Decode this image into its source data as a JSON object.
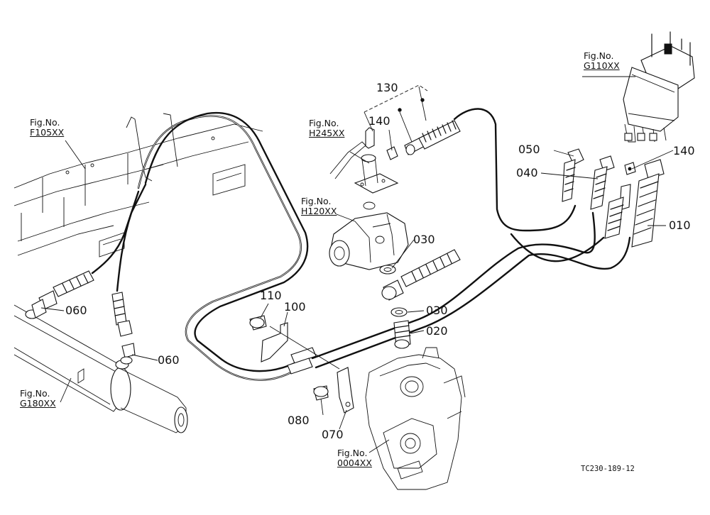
{
  "drawing_code": "TC230-189-12",
  "figure_refs": [
    {
      "id": "g110",
      "prefix": "Fig.No.",
      "ref": "G110XX"
    },
    {
      "id": "f105",
      "prefix": "Fig.No.",
      "ref": "F105XX"
    },
    {
      "id": "h245",
      "prefix": "Fig.No.",
      "ref": "H245XX"
    },
    {
      "id": "h120",
      "prefix": "Fig.No.",
      "ref": "H120XX"
    },
    {
      "id": "g180",
      "prefix": "Fig.No.",
      "ref": "G180XX"
    },
    {
      "id": "c004",
      "prefix": "Fig.No.",
      "ref": "0004XX"
    }
  ],
  "part_labels": {
    "p130": "130",
    "p140a": "140",
    "p140b": "140",
    "p050": "050",
    "p040": "040",
    "p010": "010",
    "p030a": "030",
    "p030b": "030",
    "p020": "020",
    "p110": "110",
    "p100": "100",
    "p060a": "060",
    "p060b": "060",
    "p080": "080",
    "p070": "070"
  }
}
